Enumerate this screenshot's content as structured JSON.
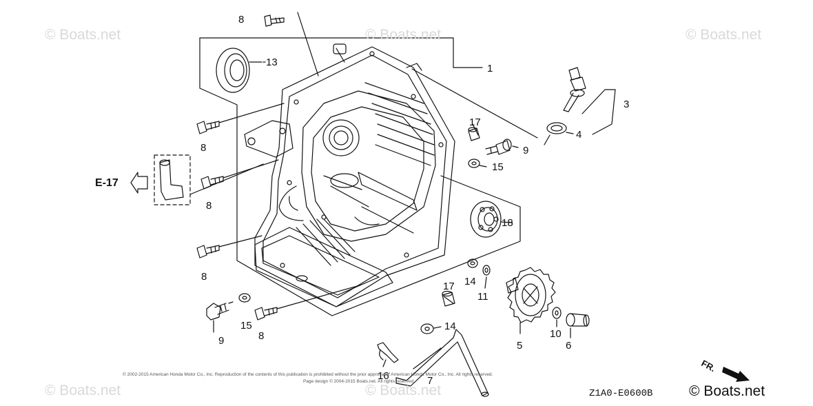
{
  "watermark": "© Boats.net",
  "reference": {
    "label": "E-17"
  },
  "callouts": {
    "c1": "1",
    "c3": "3",
    "c4": "4",
    "c5": "5",
    "c6": "6",
    "c7": "7",
    "c8": "8",
    "c9": "9",
    "c10": "10",
    "c11": "11",
    "c13": "13",
    "c14": "14",
    "c15": "15",
    "c16": "16",
    "c17": "17",
    "c18": "18"
  },
  "copyright": {
    "line1": "© 2002-2015 American Honda Motor Co., Inc. Reproduction of the contents of this publication is prohibited without the prior approval of American Honda Motor Co., Inc. All rights reserved.",
    "line2": "Page design © 2004-2015 Boats.net. All rights reserved."
  },
  "diagram_code": "Z1A0-E0600B",
  "front_marker": "FR.",
  "brand": "© Boats.net"
}
